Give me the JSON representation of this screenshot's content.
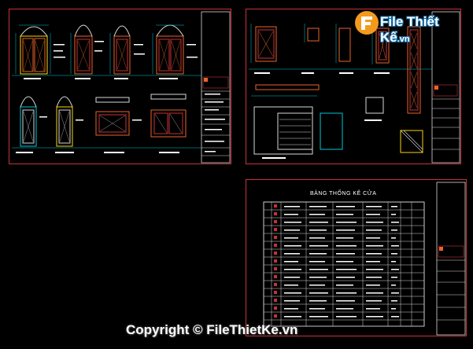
{
  "logo": {
    "brand": "File Thiết Kế",
    "domain": ".vn"
  },
  "copyright": "Copyright © FileThietKe.vn",
  "table": {
    "title": "BẢNG THỐNG KÊ CỬA"
  },
  "colors": {
    "frame": "#c8323a",
    "line": "#d9d9d9",
    "door": "#e8642a",
    "dim": "#00c8d8",
    "accent": "#ffd400",
    "bg": "#000000"
  }
}
